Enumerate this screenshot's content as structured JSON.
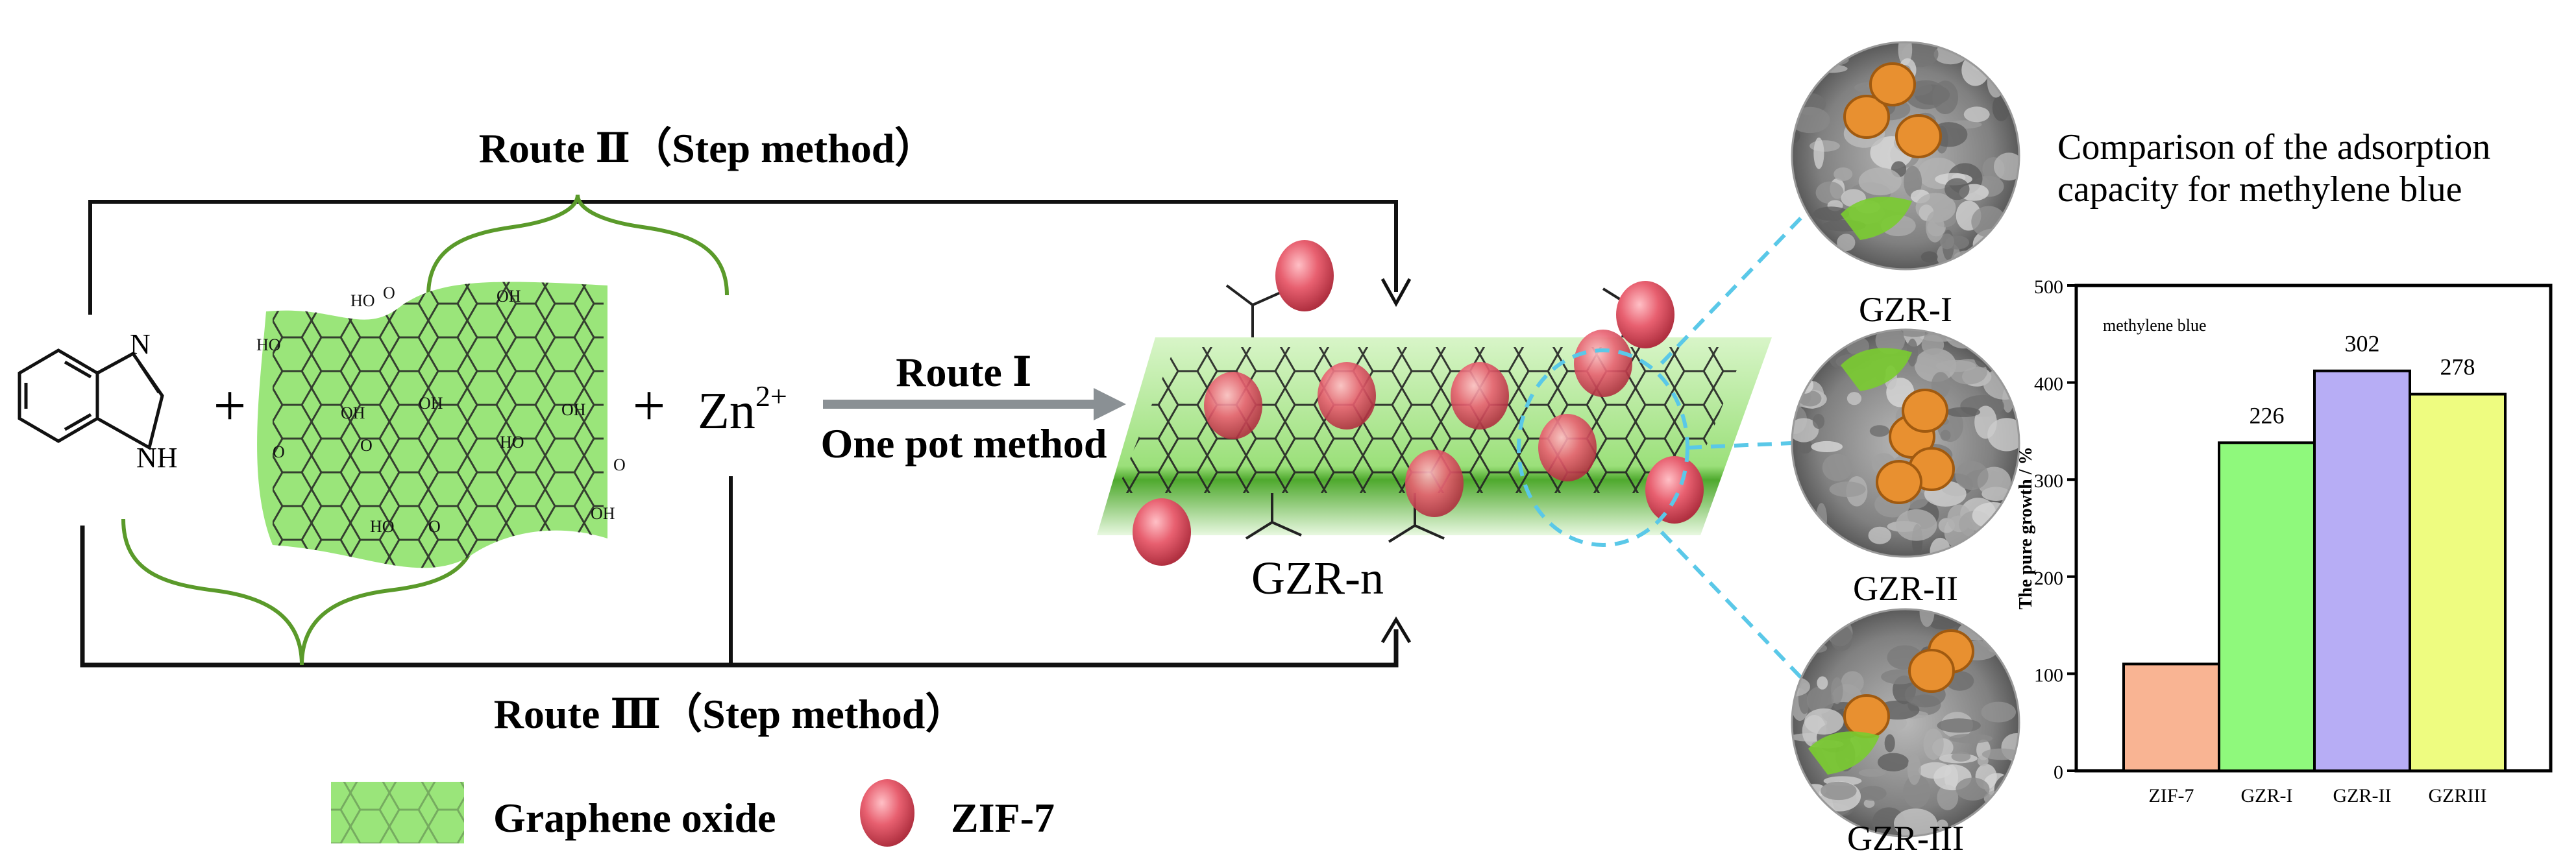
{
  "scheme": {
    "route2_label": "Route Ⅱ（Step method）",
    "route3_label": "Route Ⅲ（Step method）",
    "route1_label": "Route Ⅰ",
    "route1_method": "One pot method",
    "plus": "+",
    "zinc_ion": "Zn",
    "zinc_charge": "2+",
    "benzimidazole_n": "N",
    "benzimidazole_nh": "NH",
    "product_label": "GZR-n",
    "go_groups": [
      "HO",
      "O",
      "OH",
      "HO",
      "OH",
      "OH",
      "OH",
      "HO",
      "O",
      "O",
      "O",
      "OH",
      "HO",
      "O"
    ],
    "product_o": "O"
  },
  "legend": {
    "graphene_oxide": "Graphene oxide",
    "zif7": "ZIF-7"
  },
  "sem_images": [
    {
      "label": "GZR-I"
    },
    {
      "label": "GZR-II"
    },
    {
      "label": "GZR-III"
    }
  ],
  "colors": {
    "graphene_green": "#8fe06a",
    "brace_green": "#5a9a2a",
    "zif_red": "#e86070",
    "dash_blue": "#5ac8e8",
    "arrow_gray": "#8a9094"
  },
  "chart_data": {
    "type": "bar",
    "title": "Comparison of the adsorption capacity for methylene blue",
    "title_lines": [
      "Comparison of the adsorption",
      "capacity for methylene blue"
    ],
    "annotation": "methylene blue",
    "ylabel": "The pure growth / %",
    "xlabel": "",
    "ylim": [
      0,
      500
    ],
    "yticks": [
      0,
      100,
      200,
      300,
      400,
      500
    ],
    "grid": false,
    "categories": [
      "ZIF-7",
      "GZR-I",
      "GZR-II",
      "GZRIII"
    ],
    "values": [
      110,
      338,
      412,
      388
    ],
    "data_labels": [
      "",
      "226",
      "302",
      "278"
    ],
    "bar_colors": [
      "#f9b493",
      "#8ff97c",
      "#b7adf5",
      "#eefc80"
    ]
  }
}
